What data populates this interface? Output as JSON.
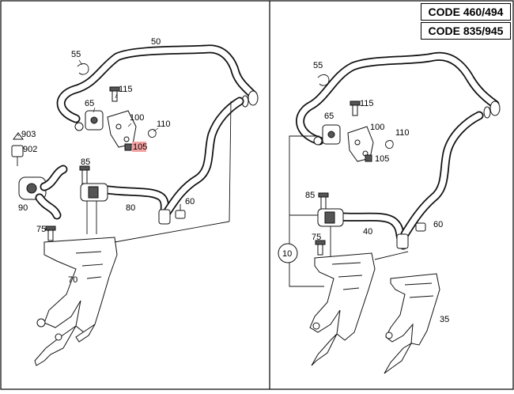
{
  "codes": [
    "CODE 460/494",
    "CODE 835/945"
  ],
  "left_panel": {
    "labels": {
      "p50": "50",
      "p55": "55",
      "p115": "115",
      "p65": "65",
      "p100": "100",
      "p110": "110",
      "p105": "105",
      "p903": "903",
      "p902": "902",
      "p85": "85",
      "p90": "90",
      "p80": "80",
      "p60": "60",
      "p75": "75",
      "p70": "70"
    },
    "highlighted": "p105",
    "highlight_color": "#f4a3a3"
  },
  "right_panel": {
    "labels": {
      "p55": "55",
      "p115": "115",
      "p65": "65",
      "p100": "100",
      "p110": "110",
      "p105": "105",
      "p85": "85",
      "p40": "40",
      "p60": "60",
      "p75": "75",
      "p10": "10",
      "p35": "35"
    }
  }
}
